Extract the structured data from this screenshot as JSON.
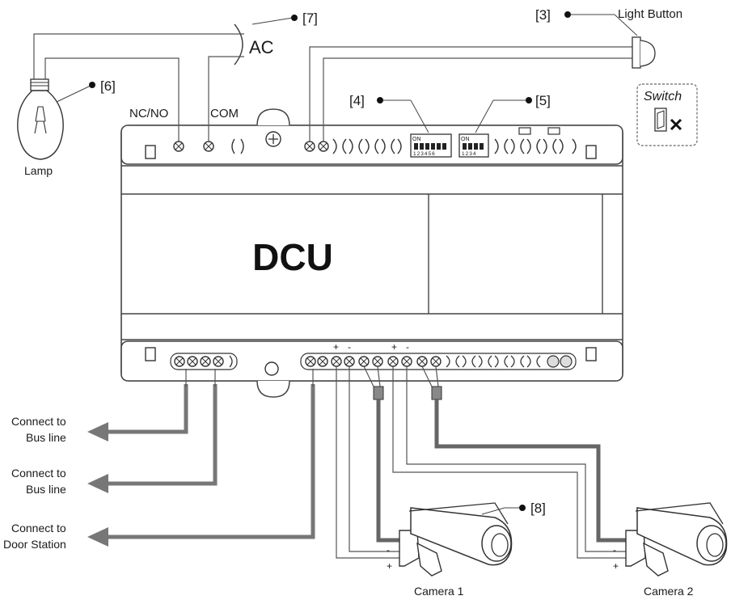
{
  "device": {
    "name": "DCU"
  },
  "ac": {
    "label": "AC",
    "ref": "[7]"
  },
  "lamp": {
    "label": "Lamp",
    "ref": "[6]"
  },
  "relay_terminals": {
    "nc_no": "NC/NO",
    "com": "COM"
  },
  "light_button": {
    "label": "Light Button",
    "ref": "[3]"
  },
  "dip_switches": {
    "ref_a": "[4]",
    "ref_b": "[5]",
    "on_text": "ON",
    "digits_a": "123456",
    "digits_b": "1234"
  },
  "switch_option": {
    "label": "Switch"
  },
  "connections": [
    {
      "line1": "Connect to",
      "line2": "Bus line"
    },
    {
      "line1": "Connect to",
      "line2": "Bus line"
    },
    {
      "line1": "Connect to",
      "line2": "Door Station"
    }
  ],
  "polarity": {
    "plus": "+",
    "minus": "-"
  },
  "cameras": {
    "ref": "[8]",
    "camera1": "Camera 1",
    "camera2": "Camera 2"
  }
}
